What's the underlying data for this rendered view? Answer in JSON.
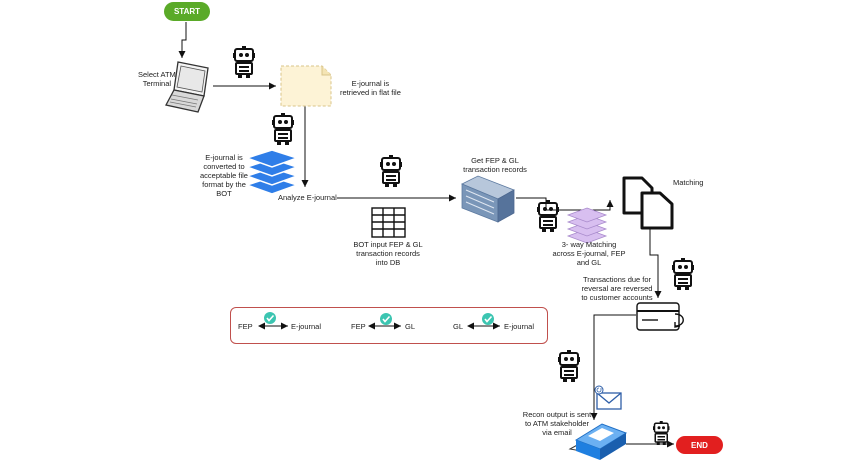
{
  "terminals": {
    "start": {
      "label": "START",
      "color": "#5aaa28"
    },
    "end": {
      "label": "END",
      "color": "#e21f1f"
    }
  },
  "steps": {
    "select_atm": "Select ATM\nTerminal",
    "ejournal_retrieved": "E-journal is\nretrieved in flat file",
    "ejournal_converted": "E-journal is\nconverted to\nacceptable file\nformat by the\nBOT",
    "analyze": "Analyze E-journal",
    "bot_input": "BOT input FEP & GL\ntransaction records\ninto DB",
    "get_records": "Get FEP & GL\ntransaction records",
    "three_way": "3- way Matching\nacross E-journal, FEP\nand GL",
    "matching": "Matching",
    "reversal": "Transactions due for\nreversal are reversed\nto customer accounts",
    "recon_output": "Recon output is sent\nto ATM stakeholder\nvia email"
  },
  "legend": [
    {
      "left": "FEP",
      "right": "E-journal"
    },
    {
      "left": "FEP",
      "right": "GL"
    },
    {
      "left": "GL",
      "right": "E-journal"
    }
  ],
  "colors": {
    "legend_border": "#c0504d",
    "check": "#3cc5b1",
    "layers": "#2f7ee8",
    "database": "#7a96b8",
    "printer": "#1f7fe0",
    "note": "#fdf3d6"
  }
}
